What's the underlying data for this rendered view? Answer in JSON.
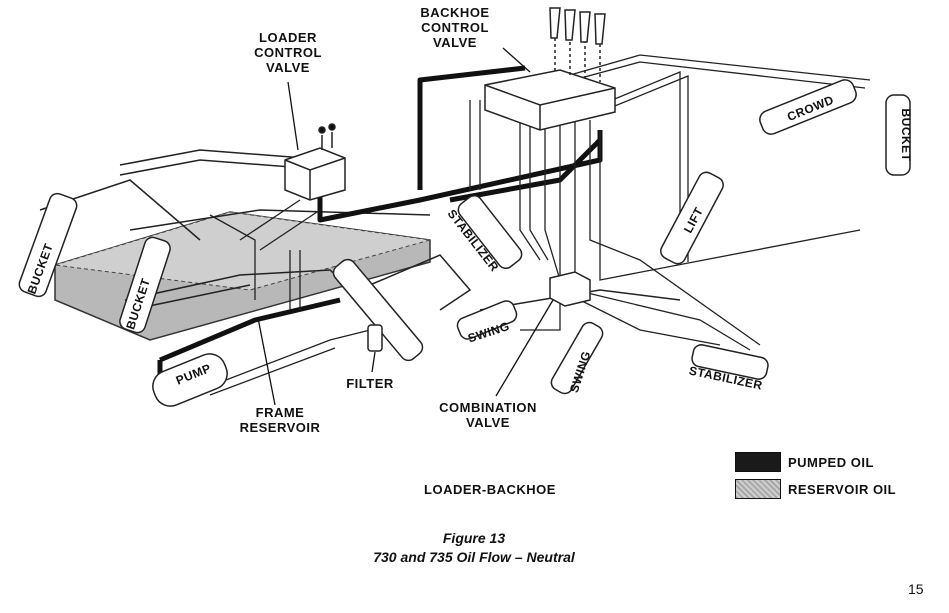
{
  "labels": {
    "loader_control_valve": "LOADER\nCONTROL\nVALVE",
    "backhoe_control_valve": "BACKHOE\nCONTROL\nVALVE",
    "crowd": "CROWD",
    "bucket_right": "BUCKET",
    "lift": "LIFT",
    "stabilizer_upper": "STABILIZER",
    "stabilizer_lower": "STABILIZER",
    "bucket_left_outer": "BUCKET",
    "bucket_left_inner": "BUCKET",
    "swing_left": "SWING",
    "swing_right": "SWING",
    "pump": "PUMP",
    "filter": "FILTER",
    "frame_reservoir": "FRAME\nRESERVOIR",
    "combination_valve": "COMBINATION\nVALVE",
    "loader_backhoe": "LOADER-BACKHOE"
  },
  "legend": {
    "pumped_oil": "PUMPED OIL",
    "reservoir_oil": "RESERVOIR OIL"
  },
  "caption": {
    "figure": "Figure 13",
    "title": "730 and 735 Oil Flow – Neutral"
  },
  "page_number": "15"
}
